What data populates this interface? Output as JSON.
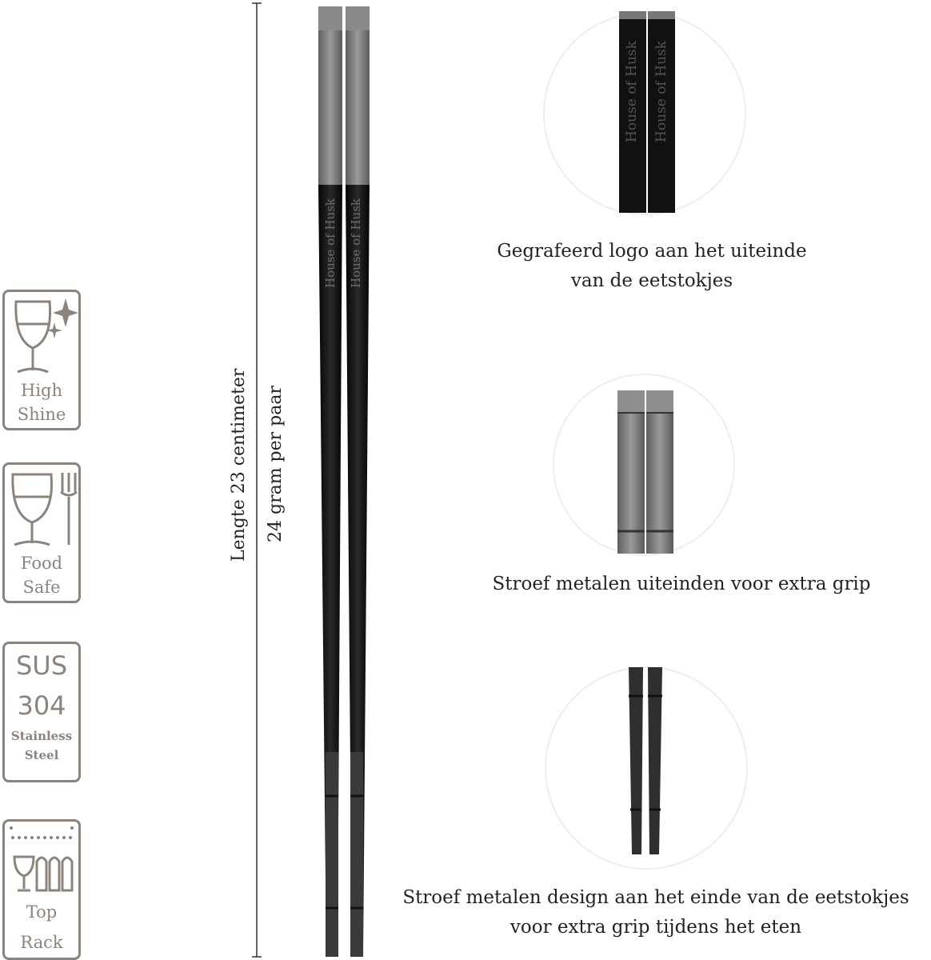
{
  "badges": {
    "shine": {
      "line1": "High",
      "line2": "Shine",
      "icon": "sparkling-wineglass-icon"
    },
    "food": {
      "line1": "Food",
      "line2": "Safe",
      "icon": "wineglass-fork-icon"
    },
    "sus": {
      "line1": "SUS",
      "line2": "304",
      "line3": "Stainless",
      "line4": "Steel"
    },
    "rack": {
      "line1": "Top",
      "line2": "Rack",
      "icon": "dishwasher-top-rack-icon"
    }
  },
  "dimensions": {
    "length": "Lengte 23 centimeter",
    "weight": "24 gram per paar"
  },
  "engraving": "House of Husk",
  "features": [
    {
      "line1": "Gegrafeerd logo aan het uiteinde",
      "line2": "van de eetstokjes"
    },
    {
      "line1": "Stroef metalen uiteinden voor extra grip"
    },
    {
      "line1": "Stroef metalen design aan het einde van de eetstokjes",
      "line2": "voor extra grip tijdens het eten"
    }
  ],
  "colors": {
    "badge": "#8c847c",
    "stick_black": "#141414",
    "stick_metal": "#7a7a7a"
  }
}
